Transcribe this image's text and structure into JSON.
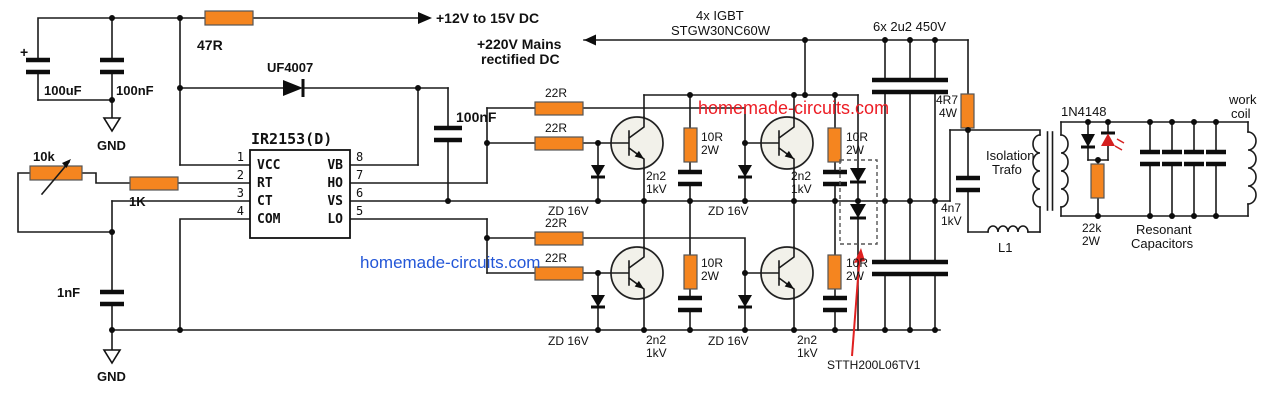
{
  "watermarks": {
    "red": "homemade-circuits.com",
    "blue": "homemade-circuits.com"
  },
  "power": {
    "dc_input": "+12V to 15V DC",
    "mains_line1": "+220V Mains",
    "mains_line2": "rectified DC"
  },
  "supply": {
    "r47": "47R",
    "plus": "+",
    "c100uf": "100uF",
    "c100nf": "100nF",
    "gnd": "GND",
    "uf4007": "UF4007",
    "c_boot": "100nF",
    "pot_10k": "10k",
    "r_1k": "1K",
    "c_1nf": "1nF"
  },
  "ic": {
    "title": "IR2153(D)",
    "pins_left": [
      {
        "num": "1",
        "label": "VCC"
      },
      {
        "num": "2",
        "label": "RT"
      },
      {
        "num": "3",
        "label": "CT"
      },
      {
        "num": "4",
        "label": "COM"
      }
    ],
    "pins_right": [
      {
        "num": "8",
        "label": "VB"
      },
      {
        "num": "7",
        "label": "HO"
      },
      {
        "num": "6",
        "label": "VS"
      },
      {
        "num": "5",
        "label": "LO"
      }
    ]
  },
  "bridge": {
    "igbt_line1": "4x IGBT",
    "igbt_line2": "STGW30NC60W",
    "r_gate": "22R",
    "zener": "ZD 16V",
    "r_snub_l1": "10R",
    "r_snub_l2": "2W",
    "c_snub_l1": "2n2",
    "c_snub_l2": "1kV",
    "bus_caps": "6x 2u2 450V",
    "stth": "STTH200L06TV1"
  },
  "output": {
    "r4r7_l1": "4R7",
    "r4r7_l2": "4W",
    "c4n7_l1": "4n7",
    "c4n7_l2": "1kV",
    "l1": "L1",
    "trafo_l1": "Isolation",
    "trafo_l2": "Trafo",
    "d1n4148": "1N4148",
    "r22k_l1": "22k",
    "r22k_l2": "2W",
    "res_l1": "Resonant",
    "res_l2": "Capacitors",
    "coil_l1": "work",
    "coil_l2": "coil"
  }
}
